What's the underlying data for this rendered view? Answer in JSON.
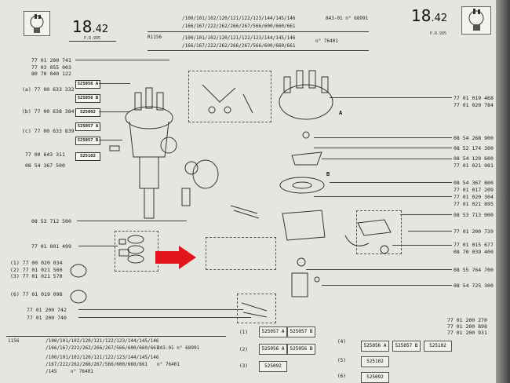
{
  "header": {
    "left_page": {
      "number": "18",
      "decimal": ".42",
      "pr": "P.R.995"
    },
    "right_page": {
      "number": "18",
      "decimal": ".42",
      "pr": "P.R.995"
    },
    "code": "R1156",
    "line1": "/100/101/102/120/121/122/123/144/145/146",
    "line1_ref": "843-01 n° 68991",
    "line2": "/166/167/222/262/266/267/566/600/660/661",
    "line3": "/100/101/102/120/121/122/123/144/145/146",
    "line3_ref": "n° 76401",
    "line4": "/166/167/222/262/266/267/566/600/660/661"
  },
  "left_refs": [
    "77 01 200 741",
    "77 03 055 003",
    "80 70 040 122",
    "(a) 77 00 633 332",
    "(b) 77 00 638 384",
    "(c) 77 00 633 839",
    "77 00 643 311",
    "08 54 367 500",
    "08 53 712 500",
    "77 01 001 499",
    "(1) 77 00 020 034",
    "(2) 77 01 021 560",
    "(3) 77 01 021 570",
    "(6) 77 01 019 098",
    "77 01 200 742",
    "77 01 200 740"
  ],
  "left_boxes": [
    "525056 A",
    "525056 B",
    "525092",
    "525057 A",
    "525057 B",
    "525102"
  ],
  "right_refs": [
    "77 01 019 468",
    "77 01 020 784",
    "08 54 268 900",
    "08 52 174 300",
    "08 54 120 600",
    "77 01 021 981",
    "08 54 367 800",
    "77 01 017 209",
    "77 01 020 304",
    "77 01 021 895",
    "08 53 713 000",
    "77 01 200 739",
    "77 01 015 677",
    "08 70 039 400",
    "08 55 764 700",
    "08 54 725 300",
    "77 01 200 270",
    "77 01 200 898",
    "77 01 200 931"
  ],
  "letters": {
    "a": "A",
    "b": "B"
  },
  "grid": {
    "rows": [
      {
        "idx": "(1)",
        "cells": [
          "525057 A",
          "525057 B"
        ],
        "idx2": "(4)",
        "cells2": [
          "525056 A",
          "525057 B",
          "525102"
        ]
      },
      {
        "idx": "(2)",
        "cells": [
          "525056 A",
          "525056 B"
        ],
        "idx2": "(5)",
        "cells2": [
          "525102"
        ]
      },
      {
        "idx": "(3)",
        "cells": [
          "525092"
        ],
        "idx2": "(6)",
        "cells2": [
          "525092"
        ]
      }
    ]
  },
  "footer": {
    "code": "1156",
    "line1": "/100/101/102/120/121/122/123/144/145/146",
    "line2": "/166/167/222/262/266/267/566/600/660/661",
    "line2_ref": "843-01 n° 68991",
    "line3": "/100/101/102/120/121/122/123/144/145/146",
    "line4": "/167/222/262/266/267/566/600/660/661",
    "line4_ref": "n° 76401",
    "line5": "/145",
    "line5_ref": "n° 76401"
  },
  "colors": {
    "arrow": "#e3151a",
    "paper": "#e6e6e1",
    "ink": "#222222"
  }
}
